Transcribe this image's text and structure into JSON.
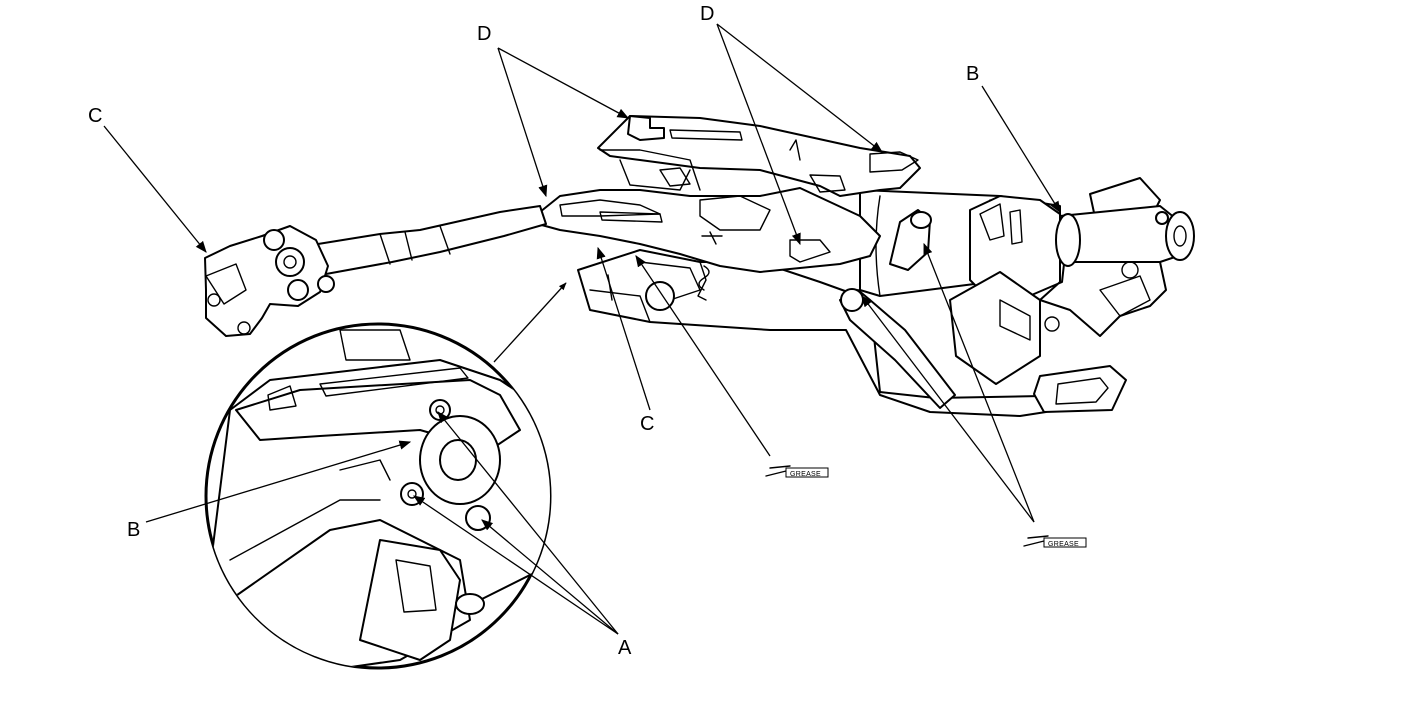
{
  "callouts": {
    "a": "A",
    "b": "B",
    "c": "C",
    "d": "D"
  },
  "grease_symbol": {
    "label": "GREASE"
  },
  "colors": {
    "line": "#000000",
    "background": "#ffffff"
  }
}
